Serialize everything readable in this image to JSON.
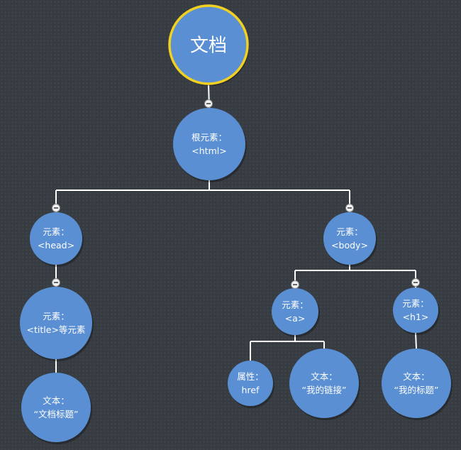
{
  "diagram": {
    "nodes": [
      {
        "id": "root",
        "lines": [
          "文档"
        ]
      },
      {
        "id": "html",
        "lines": [
          "根元素：",
          "<html>"
        ]
      },
      {
        "id": "head",
        "lines": [
          "元素：",
          "<head>"
        ]
      },
      {
        "id": "title",
        "lines": [
          "元素：",
          "<title>等元素"
        ]
      },
      {
        "id": "title_text",
        "lines": [
          "文本：",
          "“文档标题”"
        ]
      },
      {
        "id": "body",
        "lines": [
          "元素：",
          "<body>"
        ]
      },
      {
        "id": "a",
        "lines": [
          "元素：",
          "<a>"
        ]
      },
      {
        "id": "href",
        "lines": [
          "属性：",
          "href"
        ]
      },
      {
        "id": "a_text",
        "lines": [
          "文本：",
          "“我的链接”"
        ]
      },
      {
        "id": "h1",
        "lines": [
          "元素：",
          "<h1>"
        ]
      },
      {
        "id": "h1_text",
        "lines": [
          "文本：",
          "“我的标题”"
        ]
      }
    ],
    "edges": [
      [
        "root",
        "html"
      ],
      [
        "html",
        "head"
      ],
      [
        "html",
        "body"
      ],
      [
        "head",
        "title"
      ],
      [
        "title",
        "title_text"
      ],
      [
        "body",
        "a"
      ],
      [
        "body",
        "h1"
      ],
      [
        "a",
        "href"
      ],
      [
        "a",
        "a_text"
      ],
      [
        "h1",
        "h1_text"
      ]
    ],
    "colors": {
      "node": "#5a8fd4",
      "root_border": "#f0d020",
      "connector": "#ffffff",
      "background": "#363c42"
    }
  }
}
